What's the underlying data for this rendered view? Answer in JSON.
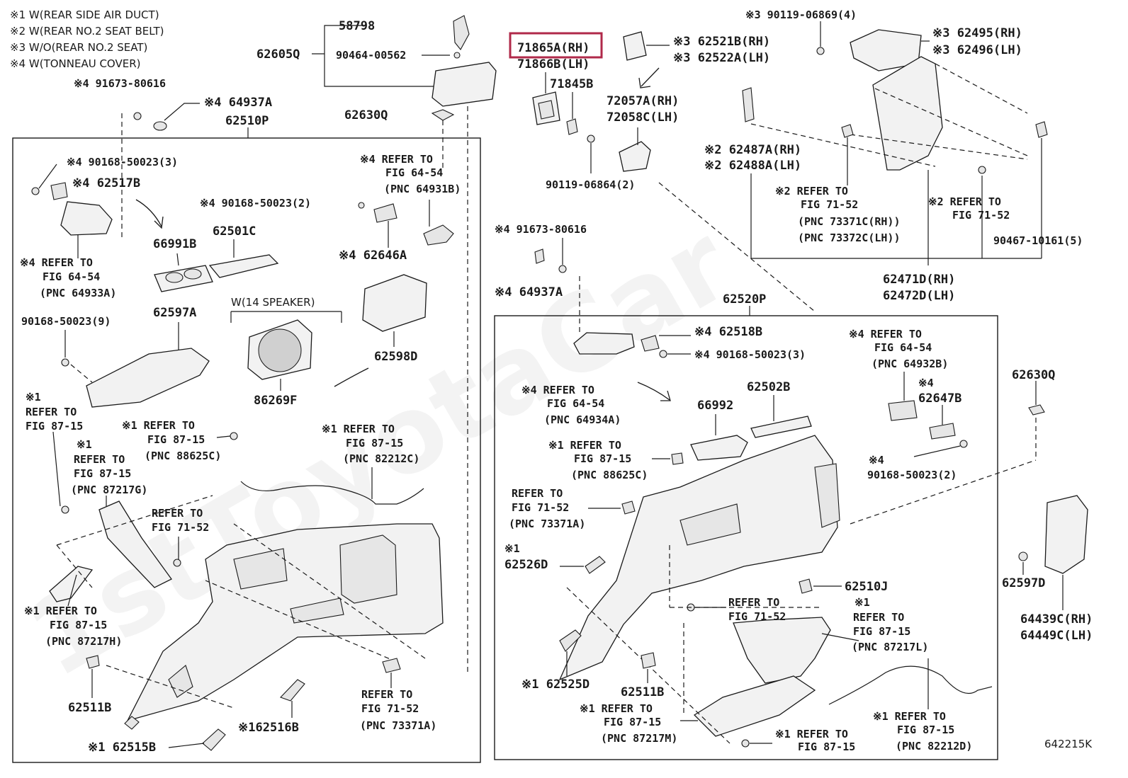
{
  "legend": [
    "※1 W(REAR SIDE AIR DUCT)",
    "※2 W(REAR NO.2 SEAT BELT)",
    "※3 W/O(REAR NO.2 SEAT)",
    "※4 W(TONNEAU COVER)"
  ],
  "watermark": "1stToyotaCar",
  "highlight_color": "#b0294a",
  "figure_id": "642215K",
  "speaker_note": "W(14 SPEAKER)",
  "labels": {
    "l58798": "58798",
    "l62605q": "62605Q",
    "l90464": "90464-00562",
    "l91673a": "※4 91673-80616",
    "l64937a_top": "※4 64937A",
    "l62510p": "62510P",
    "l62630q_top": "62630Q",
    "l90168_3": "※4 90168-50023(3)",
    "l62517b": "※4 62517B",
    "l90168_2": "※4 90168-50023(2)",
    "l62646a": "※4 62646A",
    "l66991b": "66991B",
    "l62501c": "62501C",
    "l_ref6454_a1": "※4 REFER TO",
    "l_ref6454_a2": "FIG 64-54",
    "l_ref6454_a3": "(PNC 64933A)",
    "l_ref6454_b1": "※4 REFER TO",
    "l_ref6454_b2": "FIG 64-54",
    "l_ref6454_b3": "(PNC 64931B)",
    "l90168_9": "90168-50023(9)",
    "l62597a": "62597A",
    "l62598d": "62598D",
    "l86269f": "86269F",
    "l_r8715_a1": "※1",
    "l_r8715_a2": "REFER TO",
    "l_r8715_a3": "FIG 87-15",
    "l_r8715_b1": "※1 REFER TO",
    "l_r8715_b2": "FIG 87-15",
    "l_r8715_b3": "(PNC 88625C)",
    "l_r8715_c1": "※1 REFER TO",
    "l_r8715_c2": "FIG 87-15",
    "l_r8715_c3": "(PNC 82212C)",
    "l_r8715_d1": "※1",
    "l_r8715_d2": "REFER TO",
    "l_r8715_d3": "FIG 87-15",
    "l_r8715_d4": "(PNC 87217G)",
    "l_r7152_a1": "REFER TO",
    "l_r7152_a2": "FIG 71-52",
    "l_r8715_e1": "※1 REFER TO",
    "l_r8715_e2": "FIG 87-15",
    "l_r8715_e3": "(PNC 87217H)",
    "l62511b_left": "62511B",
    "l62516b": "※162516B",
    "l62515b": "※1 62515B",
    "l_r7152_b1": "REFER TO",
    "l_r7152_b2": "FIG 71-52",
    "l_r7152_b3": "(PNC 73371A)",
    "l71865a": "71865A(RH)",
    "l71866b": "71866B(LH)",
    "l71845b": "71845B",
    "l62521b": "※3 62521B(RH)",
    "l62522a": "※3 62522A(LH)",
    "l72057a": "72057A(RH)",
    "l72058c": "72058C(LH)",
    "l90119_2": "90119-06864(2)",
    "l90119_4": "※3 90119-06869(4)",
    "l62495": "※3 62495(RH)",
    "l62496": "※3 62496(LH)",
    "l62487a": "※2 62487A(RH)",
    "l62488a": "※2 62488A(LH)",
    "l_r7152_c1": "※2 REFER TO",
    "l_r7152_c2": "FIG 71-52",
    "l_r7152_c3": "(PNC 73371C(RH))",
    "l_r7152_c4": "(PNC 73372C(LH))",
    "l_r7152_d1": "※2 REFER TO",
    "l_r7152_d2": "FIG 71-52",
    "l90467": "90467-10161(5)",
    "l62471d": "62471D(RH)",
    "l62472d": "62472D(LH)",
    "l91673b": "※4 91673-80616",
    "l64937a_right": "※4 64937A",
    "l62520p": "62520P",
    "l62518b": "※4 62518B",
    "l90168_3b": "※4 90168-50023(3)",
    "l_ref6454_c1": "※4 REFER TO",
    "l_ref6454_c2": "FIG 64-54",
    "l_ref6454_c3": "(PNC 64932B)",
    "l62647b_1": "※4",
    "l62647b_2": "62647B",
    "l62630q_right": "62630Q",
    "l_ref6454_d1": "※4 REFER TO",
    "l_ref6454_d2": "FIG 64-54",
    "l_ref6454_d3": "(PNC 64934A)",
    "l66992": "66992",
    "l62502b": "62502B",
    "l_r8715_f1": "※1 REFER TO",
    "l_r8715_f2": "FIG 87-15",
    "l_r8715_f3": "(PNC 88625C)",
    "l90168_2b_1": "※4",
    "l90168_2b_2": "90168-50023(2)",
    "l_r7152_e1": "REFER TO",
    "l_r7152_e2": "FIG 71-52",
    "l_r7152_e3": "(PNC 73371A)",
    "l62526d_1": "※1",
    "l62526d_2": "62526D",
    "l62510j": "62510J",
    "l_r7152_f1": "REFER TO",
    "l_r7152_f2": "FIG 71-52",
    "l_r8715_g1": "※1",
    "l_r8715_g2": "REFER TO",
    "l_r8715_g3": "FIG 87-15",
    "l_r8715_g4": "(PNC 87217L)",
    "l62597d": "62597D",
    "l64439c": "64439C(RH)",
    "l64449c": "64449C(LH)",
    "l62525d": "※1 62525D",
    "l62511b_right": "62511B",
    "l_r8715_h1": "※1 REFER TO",
    "l_r8715_h2": "FIG 87-15",
    "l_r8715_h3": "(PNC 87217M)",
    "l_r8715_i1": "※1 REFER TO",
    "l_r8715_i2": "FIG 87-15",
    "l_r8715_j1": "※1 REFER TO",
    "l_r8715_j2": "FIG 87-15",
    "l_r8715_j3": "(PNC 82212D)"
  }
}
